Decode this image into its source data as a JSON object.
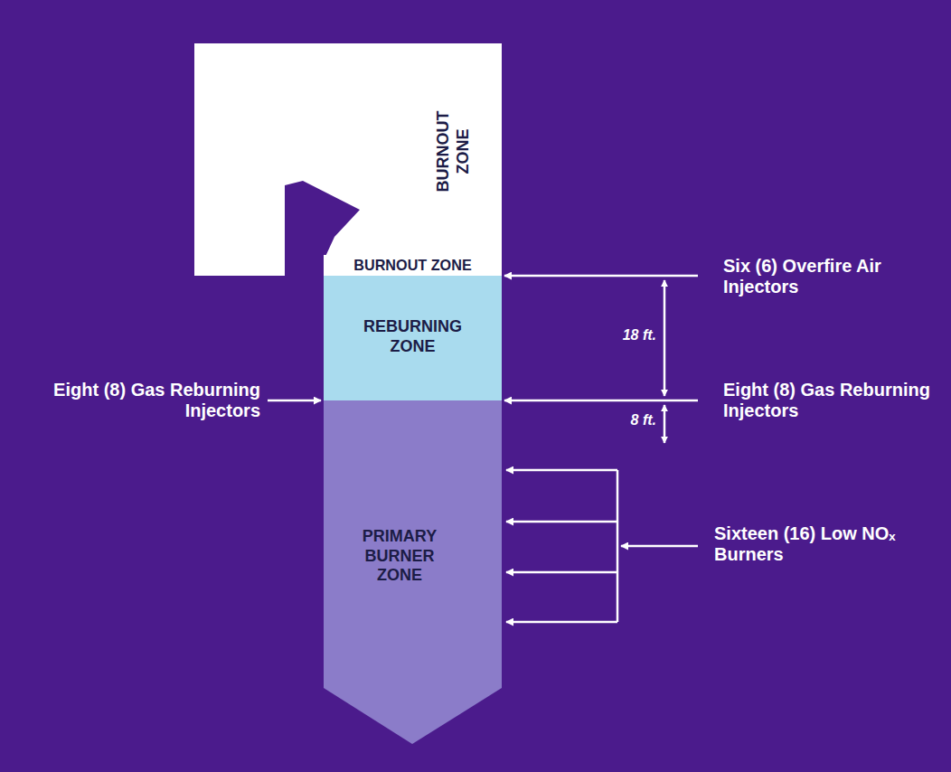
{
  "diagram": {
    "nodes": [
      {
        "text": [
          "BURNOUT ZONE"
        ]
      },
      {
        "text": [
          "BURNOUT ZONE"
        ]
      },
      {
        "text": [
          "REBURNING ZONE"
        ]
      },
      {
        "text": [
          "PRIMARY BURNER ZONE"
        ]
      }
    ],
    "labels": [
      "Six (6) Overfire Air Injectors",
      "18 ft.",
      "Eight (8) Gas Reburning Injectors",
      "Eight (8) Gas Reburning Injectors",
      "8 ft.",
      "Sixteen (16) Low NOₓ Burners"
    ]
  }
}
